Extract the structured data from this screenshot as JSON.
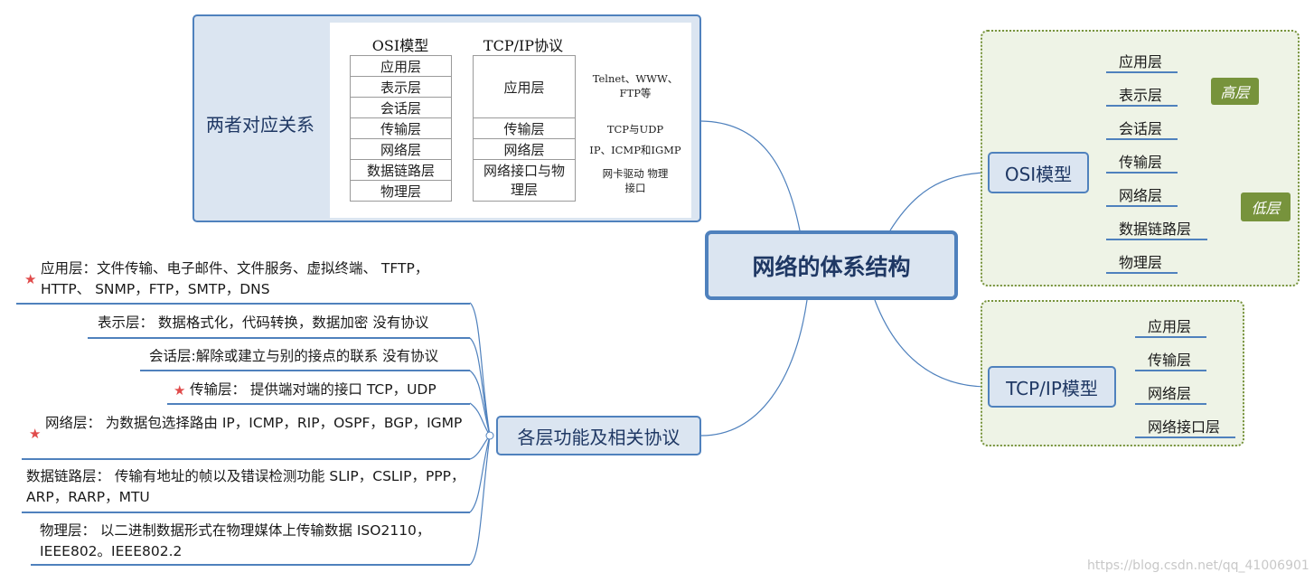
{
  "central": "网络的体系结构",
  "relation": {
    "label": "两者对应关系",
    "osi_header": "OSI模型",
    "tcp_header": "TCP/IP协议",
    "osi_cells": [
      "应用层",
      "表示层",
      "会话层",
      "传输层",
      "网络层",
      "数据链路层",
      "物理层"
    ],
    "tcp_cells": [
      "应用层",
      "传输层",
      "网络层",
      "网络接口与物理层"
    ],
    "notes": [
      "Telnet、WWW、FTP等",
      "TCP与UDP",
      "IP、ICMP和IGMP",
      "网卡驱动 物理接口"
    ]
  },
  "osi": {
    "label": "OSI模型",
    "layers": [
      "应用层",
      "表示层",
      "会话层",
      "传输层",
      "网络层",
      "数据链路层",
      "物理层"
    ],
    "high_tag": "高层",
    "low_tag": "低层"
  },
  "tcp": {
    "label": "TCP/IP模型",
    "layers": [
      "应用层",
      "传输层",
      "网络层",
      "网络接口层"
    ]
  },
  "functions": {
    "label": "各层功能及相关协议",
    "rows": [
      {
        "text": "应用层：文件传输、电子邮件、文件服务、虚拟终端、 TFTP，HTTP、 SNMP，FTP，SMTP，DNS",
        "star": true
      },
      {
        "text": "表示层：  数据格式化，代码转换，数据加密 没有协议",
        "star": false
      },
      {
        "text": "会话层:解除或建立与别的接点的联系 没有协议",
        "star": false
      },
      {
        "text": "传输层：  提供端对端的接口 TCP，UDP",
        "star": true
      },
      {
        "text": "网络层：  为数据包选择路由 IP，ICMP，RIP，OSPF，BGP，IGMP",
        "star": true
      },
      {
        "text": "数据链路层：  传输有地址的帧以及错误检测功能 SLIP，CSLIP，PPP，ARP，RARP，MTU",
        "star": false
      },
      {
        "text": "物理层：  以二进制数据形式在物理媒体上传输数据 ISO2110，IEEE802。IEEE802.2",
        "star": false
      }
    ]
  },
  "watermark": "https://blog.csdn.net/qq_41006901",
  "colors": {
    "node_border": "#4f81bd",
    "node_fill": "#dbe5f1",
    "group_border": "#77933c",
    "group_fill": "#eef3e6",
    "tag_fill": "#77933c",
    "bracket": "#c3d69b",
    "star": "#e04b4b"
  }
}
